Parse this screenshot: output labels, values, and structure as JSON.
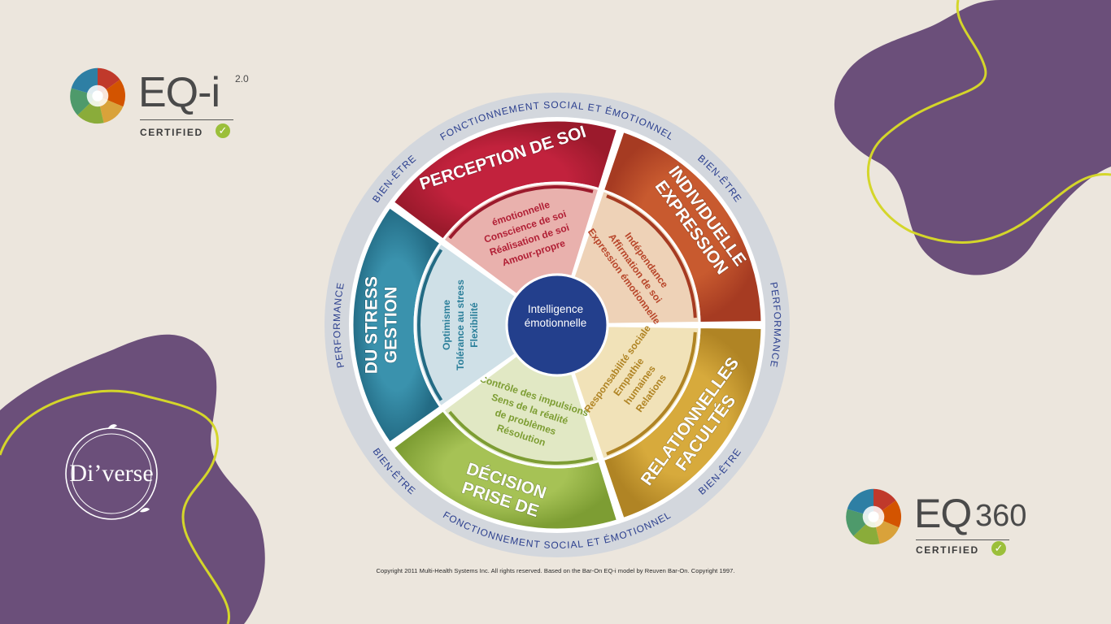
{
  "colors": {
    "background": "#ece6dd",
    "blob": "#6b4f7a",
    "accent_line": "#d4d62a",
    "center": "#233f8c",
    "ring": "#d3d7dd",
    "ring_text": "#2b3f8e",
    "perception": "#b11f35",
    "expression": "#b8462a",
    "relations": "#c59a32",
    "decision": "#86a53a",
    "stress": "#2b7f9a"
  },
  "logos": {
    "eqi": {
      "name": "EQ-i",
      "version": "2.0",
      "certified": "CERTIFIED",
      "check": "✓"
    },
    "eq360": {
      "name": "EQ",
      "number": "360",
      "certified": "CERTIFIED",
      "check": "✓"
    },
    "diverse": {
      "name": "Di’verse"
    }
  },
  "wheel": {
    "outer_ring": {
      "top": "FONCTIONNEMENT SOCIAL ET ÉMOTIONNEL",
      "bottom": "FONCTIONNEMENT SOCIAL ET ÉMOTIONNEL",
      "right": "PERFORMANCE",
      "left": "PERFORMANCE",
      "upper_right": "BIEN-ÊTRE",
      "lower_right": "BIEN-ÊTRE",
      "lower_left": "BIEN-ÊTRE",
      "upper_left": "BIEN-ÊTRE"
    },
    "center": {
      "line1": "Intelligence",
      "line2": "émotionnelle"
    },
    "composites": [
      {
        "id": "perception",
        "title_lines": [
          "PERCEPTION DE SOI"
        ],
        "subscales": [
          "Amour-propre",
          "Réalisation de soi",
          "Conscience de soi",
          "émotionnelle"
        ]
      },
      {
        "id": "expression",
        "title_lines": [
          "EXPRESSION",
          "INDIVIDUELLE"
        ],
        "subscales": [
          "Expression émotionnelle",
          "Affirmation de soi",
          "Indépendance"
        ]
      },
      {
        "id": "relations",
        "title_lines": [
          "FACULTÉS",
          "RELATIONNELLES"
        ],
        "subscales": [
          "Relations",
          "humaines",
          "Empathie",
          "Responsabilité sociale"
        ]
      },
      {
        "id": "decision",
        "title_lines": [
          "PRISE DE",
          "DÉCISION"
        ],
        "subscales": [
          "Résolution",
          "de problèmes",
          "Sens de la réalité",
          "Contrôle des impulsions"
        ]
      },
      {
        "id": "stress",
        "title_lines": [
          "GESTION",
          "DU STRESS"
        ],
        "subscales": [
          "Flexibilité",
          "Tolérance au stress",
          "Optimisme"
        ]
      }
    ]
  },
  "copyright": "Copyright 2011 Multi-Health Systems Inc. All rights reserved. Based on the Bar-On EQ-i model by Reuven Bar-On. Copyright 1997."
}
